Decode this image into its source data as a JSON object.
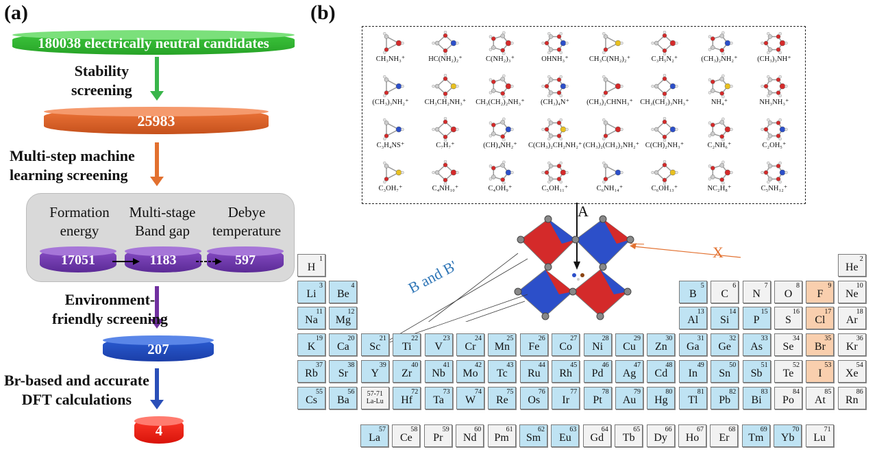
{
  "panel_a": {
    "label": "(a)",
    "candidates": "180038 electrically neutral candidates",
    "step1": [
      "Stability",
      "screening"
    ],
    "count1": "25983",
    "step2": [
      "Multi-step machine",
      "learning screening"
    ],
    "col1": [
      "Formation",
      "energy"
    ],
    "col2": [
      "Multi-stage",
      "Band gap"
    ],
    "col3": [
      "Debye",
      "temperature"
    ],
    "sub1": "17051",
    "sub2": "1183",
    "sub3": "597",
    "step3": [
      "Environment-",
      "friendly screening"
    ],
    "count3": "207",
    "step4": [
      "Br-based and accurate",
      "DFT calculations"
    ],
    "count4": "4"
  },
  "panel_b": {
    "label": "(b)",
    "site_a": "A",
    "site_b": "B and B'",
    "site_x": "X",
    "molecules": [
      "CH₃NH₃⁺",
      "HC(NH₂)₂⁺",
      "C(NH₂)₃⁺",
      "OHNH₃⁺",
      "CH₃C(NH₂)₂⁺",
      "C₃H₅N₂⁺",
      "(CH₃)₂NH₂⁺",
      "(CH₃)₃NH⁺",
      "(CH₃)₃NH₂⁺",
      "CH₃CH₂NH₃⁺",
      "CH₃(CH₂)₂NH₃⁺",
      "(CH₃)₄N⁺",
      "(CH₃)₂CHNH₃⁺",
      "CH₃(CH₂)₃NH₃⁺",
      "NH₄⁺",
      "NH₃NH₃⁺",
      "C₃H₄NS⁺",
      "C₇H₇⁺",
      "(CH)₄NH₂⁺",
      "C(CH₃)₂CH₂NH₂⁺",
      "(CH₃)₂(CH₂)₂NH₂⁺",
      "C(CH)₂NH₃⁺",
      "C₂NH₆⁺",
      "C₂OH₅⁺",
      "C₃OH₇⁺",
      "C₄NH₁₀⁺",
      "C₄OH₉⁺",
      "C₅OH₁₁⁺",
      "C₆NH₁₄⁺",
      "C₆OH₁₃⁺",
      "NC₂H₈⁺",
      "C₅NH₁₂⁺"
    ],
    "elements": [
      [
        "H",
        "1",
        "grey",
        0,
        0
      ],
      [
        "He",
        "2",
        "grey",
        0,
        17
      ],
      [
        "Li",
        "3",
        "blue",
        1,
        0
      ],
      [
        "Be",
        "4",
        "blue",
        1,
        1
      ],
      [
        "B",
        "5",
        "blue",
        1,
        12
      ],
      [
        "C",
        "6",
        "grey",
        1,
        13
      ],
      [
        "N",
        "7",
        "grey",
        1,
        14
      ],
      [
        "O",
        "8",
        "grey",
        1,
        15
      ],
      [
        "F",
        "9",
        "orange",
        1,
        16
      ],
      [
        "Ne",
        "10",
        "grey",
        1,
        17
      ],
      [
        "Na",
        "11",
        "blue",
        2,
        0
      ],
      [
        "Mg",
        "12",
        "blue",
        2,
        1
      ],
      [
        "Al",
        "13",
        "blue",
        2,
        12
      ],
      [
        "Si",
        "14",
        "blue",
        2,
        13
      ],
      [
        "P",
        "15",
        "blue",
        2,
        14
      ],
      [
        "S",
        "16",
        "grey",
        2,
        15
      ],
      [
        "Cl",
        "17",
        "orange",
        2,
        16
      ],
      [
        "Ar",
        "18",
        "grey",
        2,
        17
      ],
      [
        "K",
        "19",
        "blue",
        3,
        0
      ],
      [
        "Ca",
        "20",
        "blue",
        3,
        1
      ],
      [
        "Sc",
        "21",
        "blue",
        3,
        2
      ],
      [
        "Ti",
        "22",
        "blue",
        3,
        3
      ],
      [
        "V",
        "23",
        "blue",
        3,
        4
      ],
      [
        "Cr",
        "24",
        "blue",
        3,
        5
      ],
      [
        "Mn",
        "25",
        "blue",
        3,
        6
      ],
      [
        "Fe",
        "26",
        "blue",
        3,
        7
      ],
      [
        "Co",
        "27",
        "blue",
        3,
        8
      ],
      [
        "Ni",
        "28",
        "blue",
        3,
        9
      ],
      [
        "Cu",
        "29",
        "blue",
        3,
        10
      ],
      [
        "Zn",
        "30",
        "blue",
        3,
        11
      ],
      [
        "Ga",
        "31",
        "blue",
        3,
        12
      ],
      [
        "Ge",
        "32",
        "blue",
        3,
        13
      ],
      [
        "As",
        "33",
        "blue",
        3,
        14
      ],
      [
        "Se",
        "34",
        "grey",
        3,
        15
      ],
      [
        "Br",
        "35",
        "orange",
        3,
        16
      ],
      [
        "Kr",
        "36",
        "grey",
        3,
        17
      ],
      [
        "Rb",
        "37",
        "blue",
        4,
        0
      ],
      [
        "Sr",
        "38",
        "blue",
        4,
        1
      ],
      [
        "Y",
        "39",
        "blue",
        4,
        2
      ],
      [
        "Zr",
        "40",
        "blue",
        4,
        3
      ],
      [
        "Nb",
        "41",
        "blue",
        4,
        4
      ],
      [
        "Mo",
        "42",
        "blue",
        4,
        5
      ],
      [
        "Tc",
        "43",
        "blue",
        4,
        6
      ],
      [
        "Ru",
        "44",
        "blue",
        4,
        7
      ],
      [
        "Rh",
        "45",
        "blue",
        4,
        8
      ],
      [
        "Pd",
        "46",
        "blue",
        4,
        9
      ],
      [
        "Ag",
        "47",
        "blue",
        4,
        10
      ],
      [
        "Cd",
        "48",
        "blue",
        4,
        11
      ],
      [
        "In",
        "49",
        "blue",
        4,
        12
      ],
      [
        "Sn",
        "50",
        "blue",
        4,
        13
      ],
      [
        "Sb",
        "51",
        "blue",
        4,
        14
      ],
      [
        "Te",
        "52",
        "grey",
        4,
        15
      ],
      [
        "I",
        "53",
        "orange",
        4,
        16
      ],
      [
        "Xe",
        "54",
        "grey",
        4,
        17
      ],
      [
        "Cs",
        "55",
        "blue",
        5,
        0
      ],
      [
        "Ba",
        "56",
        "blue",
        5,
        1
      ],
      [
        "57-71 La-Lu",
        "",
        "grey",
        5,
        2
      ],
      [
        "Hf",
        "72",
        "blue",
        5,
        3
      ],
      [
        "Ta",
        "73",
        "blue",
        5,
        4
      ],
      [
        "W",
        "74",
        "blue",
        5,
        5
      ],
      [
        "Re",
        "75",
        "blue",
        5,
        6
      ],
      [
        "Os",
        "76",
        "blue",
        5,
        7
      ],
      [
        "Ir",
        "77",
        "blue",
        5,
        8
      ],
      [
        "Pt",
        "78",
        "blue",
        5,
        9
      ],
      [
        "Au",
        "79",
        "blue",
        5,
        10
      ],
      [
        "Hg",
        "80",
        "blue",
        5,
        11
      ],
      [
        "Tl",
        "81",
        "blue",
        5,
        12
      ],
      [
        "Pb",
        "82",
        "blue",
        5,
        13
      ],
      [
        "Bi",
        "83",
        "blue",
        5,
        14
      ],
      [
        "Po",
        "84",
        "grey",
        5,
        15
      ],
      [
        "At",
        "85",
        "grey",
        5,
        16
      ],
      [
        "Rn",
        "86",
        "grey",
        5,
        17
      ]
    ],
    "lanthanides": [
      [
        "La",
        "57",
        "blue"
      ],
      [
        "Ce",
        "58",
        "grey"
      ],
      [
        "Pr",
        "59",
        "grey"
      ],
      [
        "Nd",
        "60",
        "grey"
      ],
      [
        "Pm",
        "61",
        "grey"
      ],
      [
        "Sm",
        "62",
        "blue"
      ],
      [
        "Eu",
        "63",
        "blue"
      ],
      [
        "Gd",
        "64",
        "grey"
      ],
      [
        "Tb",
        "65",
        "grey"
      ],
      [
        "Dy",
        "66",
        "grey"
      ],
      [
        "Ho",
        "67",
        "grey"
      ],
      [
        "Er",
        "68",
        "grey"
      ],
      [
        "Tm",
        "69",
        "blue"
      ],
      [
        "Yb",
        "70",
        "blue"
      ],
      [
        "Lu",
        "71",
        "grey"
      ]
    ]
  }
}
